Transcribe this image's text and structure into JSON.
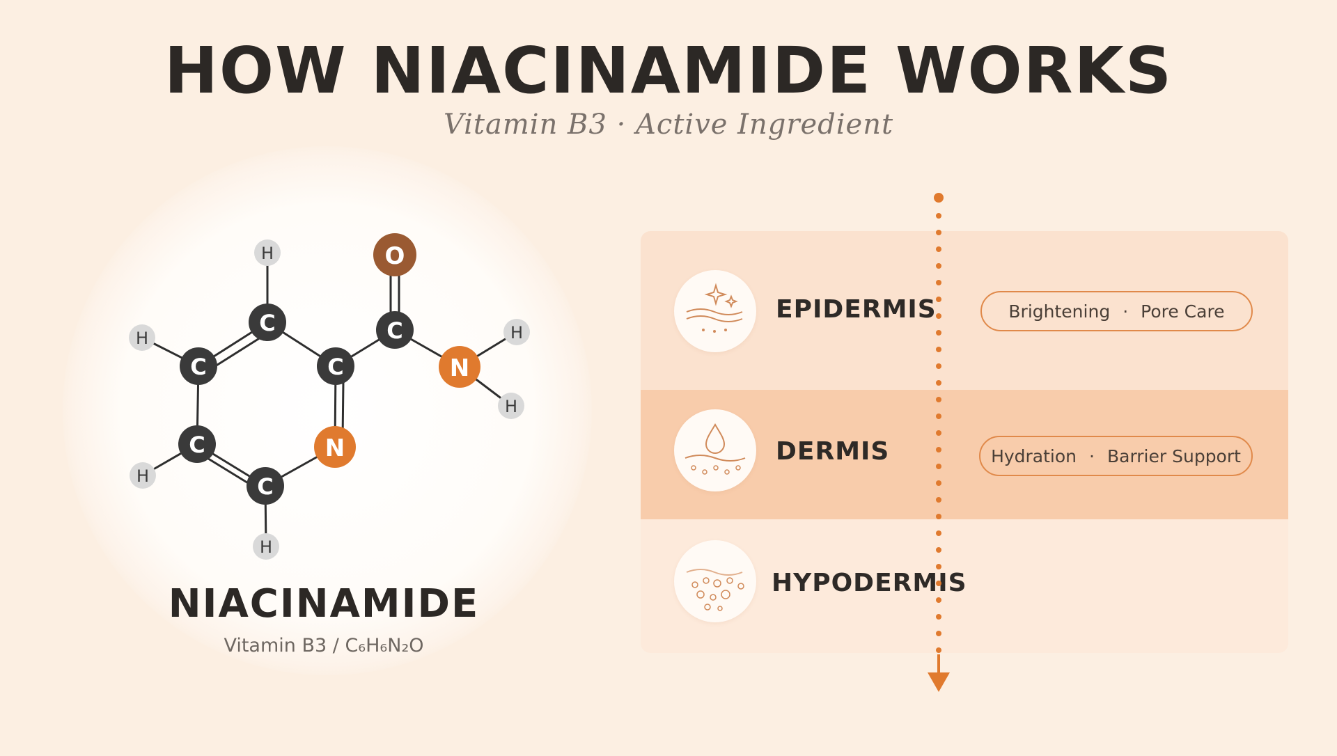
{
  "header": {
    "title": "HOW NIACINAMIDE WORKS",
    "subtitle": "Vitamin B3 · Active Ingredient"
  },
  "molecule": {
    "name": "NIACINAMIDE",
    "formula": "Vitamin B3 / C₆H₆N₂O",
    "atoms": {
      "c": "C",
      "n": "N",
      "o": "O",
      "h": "H"
    }
  },
  "layers": [
    {
      "name": "EPIDERMIS",
      "icon": "sparkle-waves-icon",
      "benefits": [
        "Brightening",
        "Pore Care"
      ],
      "separator": "·"
    },
    {
      "name": "DERMIS",
      "icon": "water-drop-icon",
      "benefits": [
        "Hydration",
        "Barrier Support"
      ],
      "separator": "·"
    },
    {
      "name": "HYPODERMIS",
      "icon": "cells-icon",
      "benefits": []
    }
  ],
  "colors": {
    "background": "#fcefe2",
    "accent": "#e07a2e",
    "oxygen": "#9a5a32",
    "carbon": "#3a3a3a",
    "hydrogen": "#d9d9d9",
    "epidermis": "#fbe2cf",
    "dermis": "#f8ccab",
    "hypodermis": "#fdeadb"
  }
}
